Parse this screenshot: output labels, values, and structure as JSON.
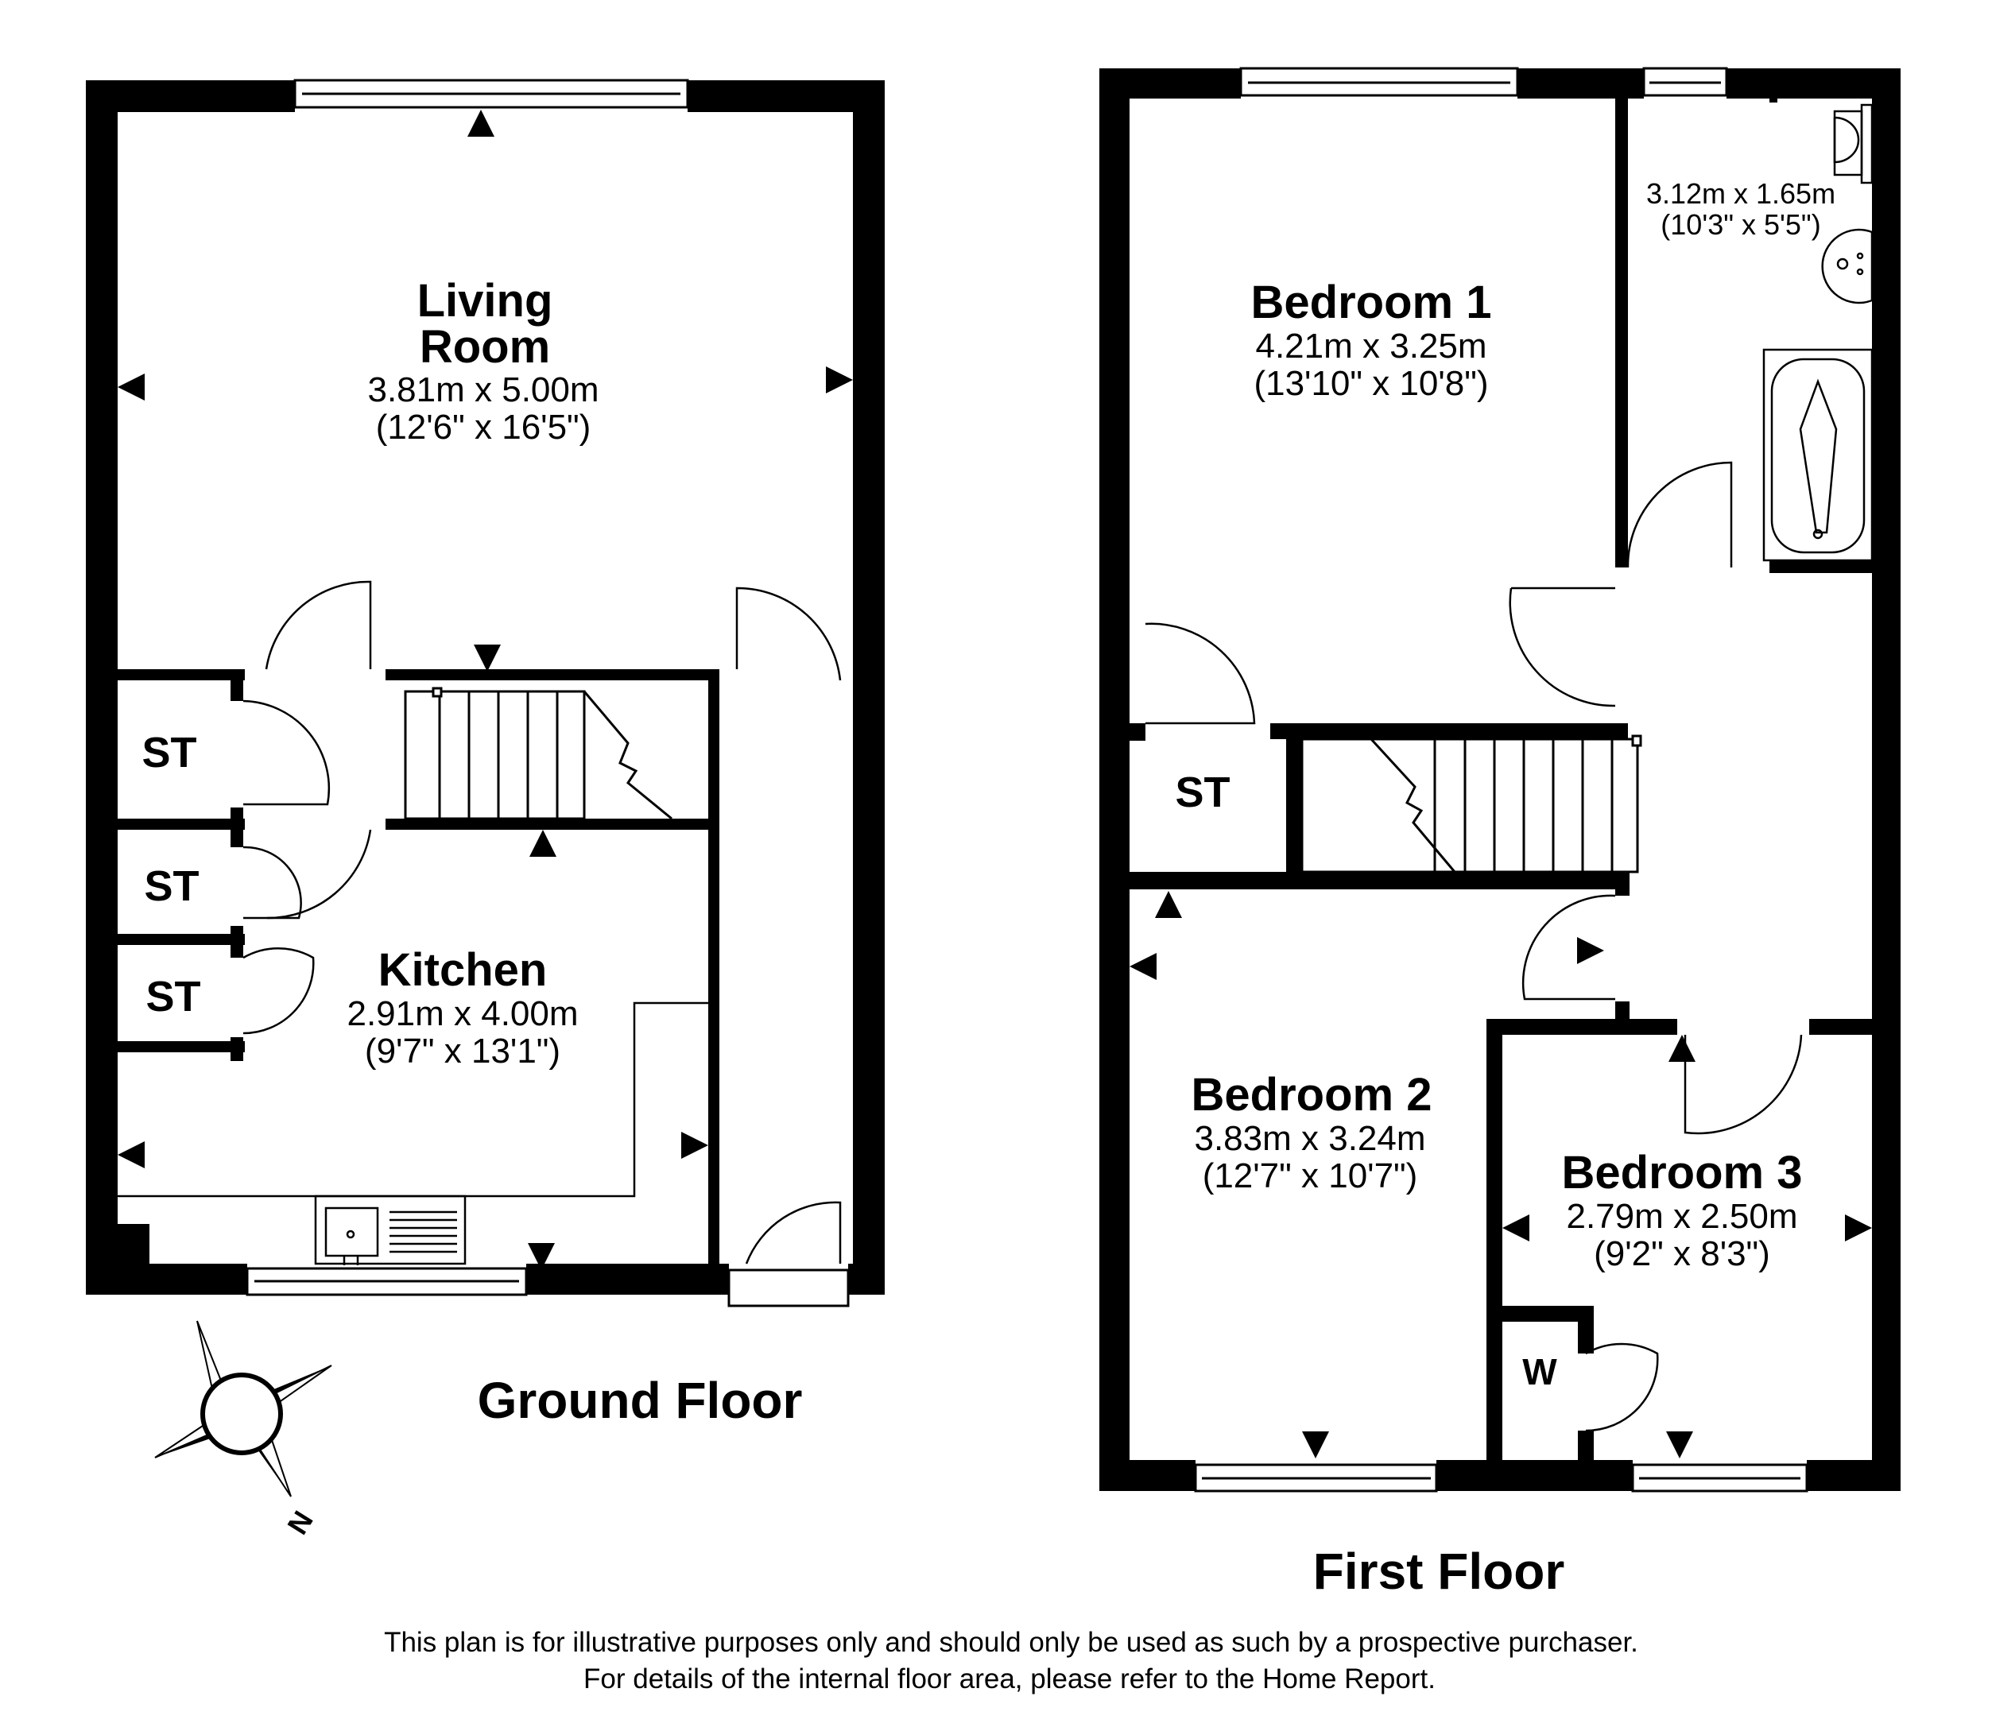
{
  "ground_floor": {
    "title": "Ground Floor",
    "living_room": {
      "name_line1": "Living",
      "name_line2": "Room",
      "metric": "3.81m x 5.00m",
      "imperial": "(12'6\" x 16'5\")"
    },
    "kitchen": {
      "name": "Kitchen",
      "metric": "2.91m x 4.00m",
      "imperial": "(9'7\" x 13'1\")"
    },
    "storage": [
      "ST",
      "ST",
      "ST"
    ]
  },
  "first_floor": {
    "title": "First Floor",
    "bedroom1": {
      "name": "Bedroom 1",
      "metric": "4.21m x 3.25m",
      "imperial": "(13'10\" x 10'8\")"
    },
    "bathroom": {
      "metric": "3.12m x 1.65m",
      "imperial": "(10'3\" x 5'5\")"
    },
    "bedroom2": {
      "name": "Bedroom 2",
      "metric": "3.83m x 3.24m",
      "imperial": "(12'7\" x 10'7\")"
    },
    "bedroom3": {
      "name": "Bedroom 3",
      "metric": "2.79m x 2.50m",
      "imperial": "(9'2\" x 8'3\")"
    },
    "storage": "ST",
    "wardrobe": "W"
  },
  "compass": {
    "label": "N"
  },
  "disclaimer": {
    "line1": "This plan is for illustrative purposes only and should only be used as such by a prospective purchaser.",
    "line2": "For details of the internal floor area, please refer to the Home Report."
  }
}
